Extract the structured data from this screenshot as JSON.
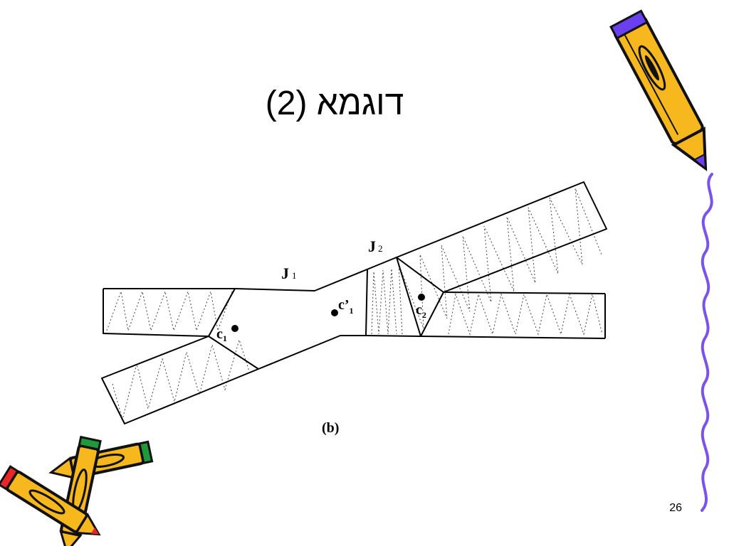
{
  "slide": {
    "title": "דוגמא (2)",
    "page_number": "26"
  },
  "diagram": {
    "labels": {
      "j1": "J",
      "j1_sub": "1",
      "j2": "J",
      "j2_sub": "2",
      "c1": "c",
      "c1_sub": "1",
      "c1_prime": "c’",
      "c1_prime_sub": "1",
      "c2": "c",
      "c2_sub": "2",
      "caption": "(b)"
    }
  },
  "colors": {
    "pencil_body": "#f6b81c",
    "pencil_outline": "#111111",
    "pencil_accent": "#6a3ff0",
    "pencil_red": "#e8262a",
    "pencil_green": "#1e9a3a",
    "squiggle": "#7b52ee"
  }
}
